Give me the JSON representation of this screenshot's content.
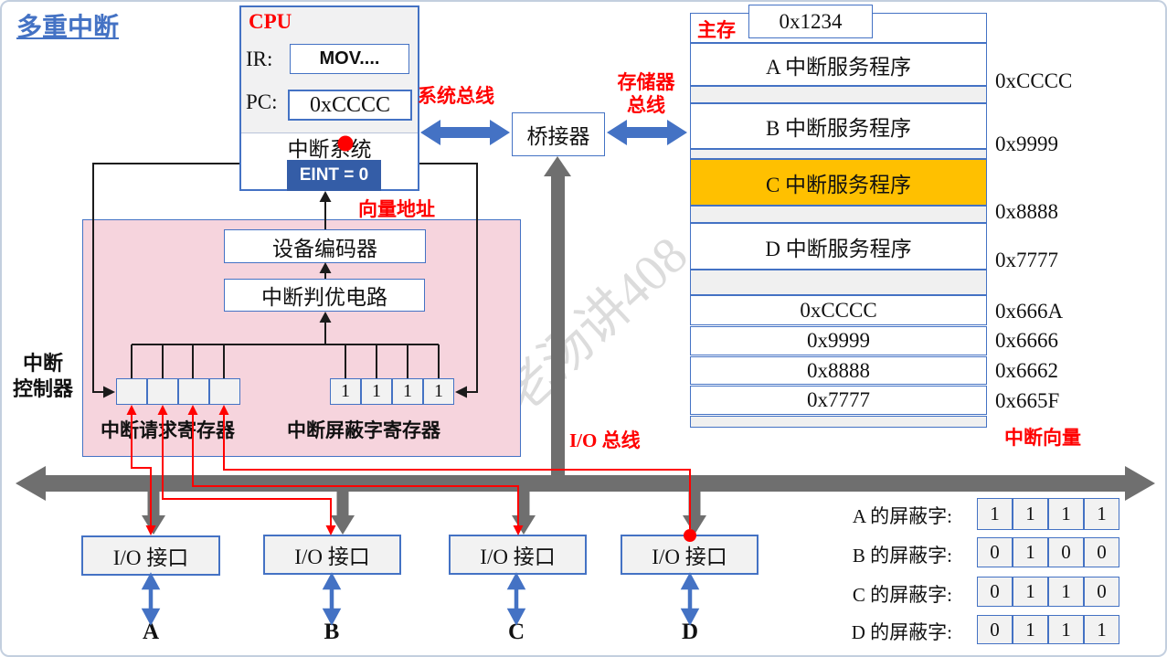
{
  "title": "多重中断",
  "watermark": "老汤讲408",
  "cpu": {
    "label": "CPU",
    "ir_label": "IR:",
    "ir_value": "MOV....",
    "pc_label": "PC:",
    "pc_value": "0xCCCC",
    "interrupt_system_label": "中断系统",
    "eint_value": "EINT = 0"
  },
  "bus_labels": {
    "system": "系统总线",
    "memory_line1": "存储器",
    "memory_line2": "总线",
    "io": "I/O 总线"
  },
  "bridge_label": "桥接器",
  "memory": {
    "label": "主存",
    "top_value": "0x1234",
    "service_rows": [
      {
        "text": "A 中断服务程序",
        "addr": "0xCCCC"
      },
      {
        "text": "B 中断服务程序",
        "addr": "0x9999"
      },
      {
        "text": "C 中断服务程序",
        "addr": "0x8888"
      },
      {
        "text": "D 中断服务程序",
        "addr": "0x7777"
      }
    ],
    "vector_rows": [
      {
        "value": "0xCCCC",
        "addr": "0x666A"
      },
      {
        "value": "0x9999",
        "addr": "0x6666"
      },
      {
        "value": "0x8888",
        "addr": "0x6662"
      },
      {
        "value": "0x7777",
        "addr": "0x665F"
      }
    ],
    "vector_caption": "中断向量"
  },
  "controller": {
    "label_line1": "中断",
    "label_line2": "控制器",
    "encoder": "设备编码器",
    "priority": "中断判优电路",
    "request_reg_label": "中断请求寄存器",
    "mask_reg_label": "中断屏蔽字寄存器",
    "mask_bits": [
      "1",
      "1",
      "1",
      "1"
    ],
    "vector_addr_label": "向量地址"
  },
  "io_interfaces": [
    {
      "label": "I/O 接口",
      "device": "A"
    },
    {
      "label": "I/O 接口",
      "device": "B"
    },
    {
      "label": "I/O 接口",
      "device": "C"
    },
    {
      "label": "I/O 接口",
      "device": "D"
    }
  ],
  "mask_table": [
    {
      "label": "A 的屏蔽字:",
      "bits": [
        "1",
        "1",
        "1",
        "1"
      ]
    },
    {
      "label": "B 的屏蔽字:",
      "bits": [
        "0",
        "1",
        "0",
        "0"
      ]
    },
    {
      "label": "C 的屏蔽字:",
      "bits": [
        "0",
        "1",
        "1",
        "0"
      ]
    },
    {
      "label": "D 的屏蔽字:",
      "bits": [
        "0",
        "1",
        "1",
        "1"
      ]
    }
  ],
  "colors": {
    "accent_blue": "#4472C4",
    "red": "#FF0000",
    "highlight_orange": "#FFC000",
    "controller_pink": "#F6D4DD",
    "bus_gray": "#6F6F6F",
    "eint_blue": "#345DA7"
  }
}
